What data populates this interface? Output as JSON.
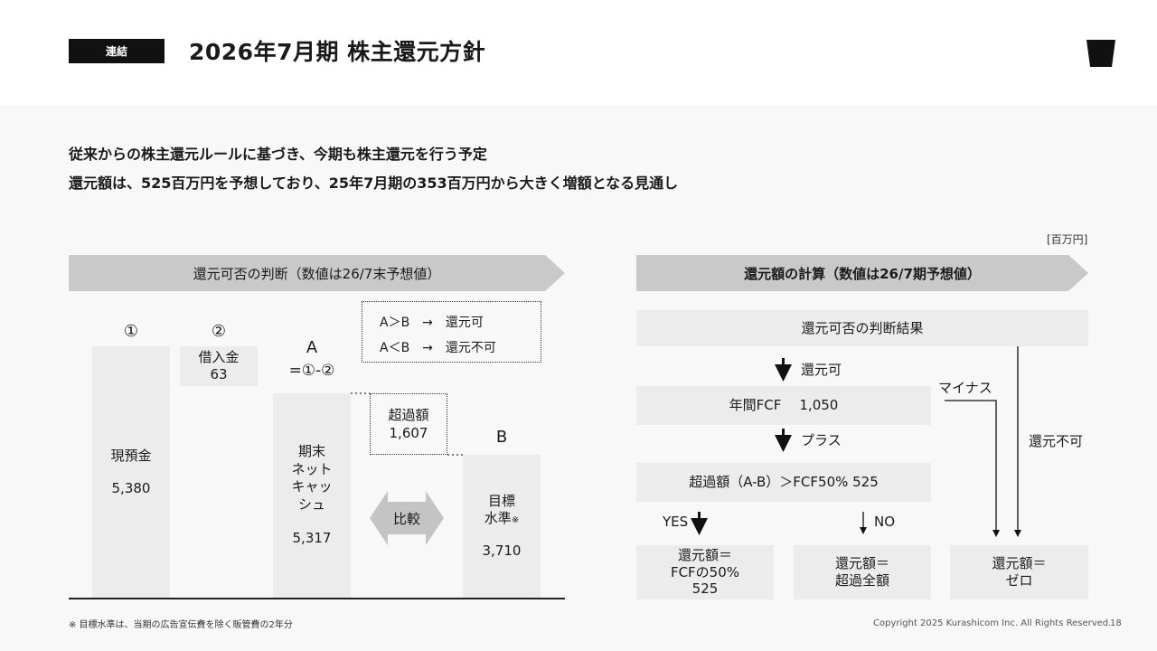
{
  "header": {
    "tag": "連結",
    "title": "2026年7月期 株主還元方針"
  },
  "lead": {
    "line1": "従来からの株主還元ルールに基づき、今期も株主還元を行う予定",
    "line2": "還元額は、525百万円を予想しており、25年7月期の353百万円から大きく増額となる見通し"
  },
  "unit_label": "[百万円]",
  "left": {
    "banner": "還元可否の判断（数値は26/7末予想値）",
    "col1_marker": "①",
    "col2_marker": "②",
    "cash_label": "現預金",
    "cash_value": "5,380",
    "loan_label": "借入金",
    "loan_value": "63",
    "a_label": "A",
    "a_formula": "=①-②",
    "net_cash_lines": [
      "期末",
      "ネット",
      "キャッ",
      "シュ"
    ],
    "net_cash_value": "5,317",
    "rule1": "A＞B　→　還元可",
    "rule2": "A＜B　→　還元不可",
    "excess_label": "超過額",
    "excess_value": "1,607",
    "compare_label": "比較",
    "b_label": "B",
    "target_line1": "目標",
    "target_line2": "水準",
    "target_mark": "※",
    "target_value": "3,710"
  },
  "right": {
    "banner": "還元額の計算（数値は26/7期予想値）",
    "result_box": "還元可否の判断結果",
    "ok_label": "還元可",
    "fcf_label": "年間FCF",
    "fcf_value": "1,050",
    "plus_label": "プラス",
    "minus_label": "マイナス",
    "ng_label": "還元不可",
    "condition": "超過額（A-B）＞FCF50% 525",
    "yes_label": "YES",
    "no_label": "NO",
    "out1_lines": [
      "還元額＝",
      "FCFの50%",
      "525"
    ],
    "out2_lines": [
      "還元額＝",
      "超過全額"
    ],
    "out3_lines": [
      "還元額＝",
      "ゼロ"
    ]
  },
  "footer": {
    "footnote": "※ 目標水準は、当期の広告宣伝費を除く販管費の2年分",
    "copyright": "Copyright 2025 Kurashicom Inc. All Rights Reserved.",
    "page": "18"
  }
}
